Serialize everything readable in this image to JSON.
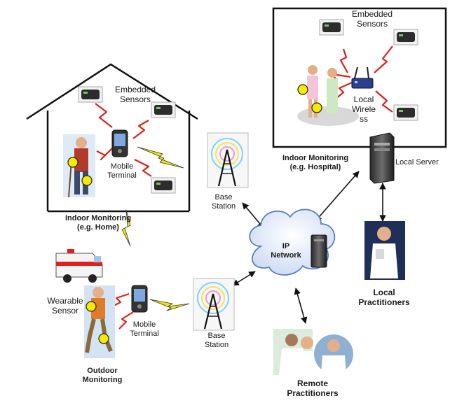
{
  "labels": {
    "home_embedded_sensors": "Embedded\nSensors",
    "home_mobile_terminal": "Mobile\nTerminal",
    "home_caption": "Indoor Monitoring\n(e.g. Home)",
    "base_station_top": "Base\nStation",
    "base_station_bottom": "Base\nStation",
    "hospital_embedded_sensors": "Embedded\nSensors",
    "local_wireless": "Local\nWirele\nss",
    "hospital_caption": "Indoor Monitoring\n(e.g. Hospital)",
    "local_server": "Local Server",
    "ip_network": "IP\nNetwork",
    "local_practitioners": "Local\nPractitioners",
    "wearable_sensor": "Wearable\nSensor",
    "outdoor_mobile_terminal": "Mobile\nTerminal",
    "outdoor_caption": "Outdoor\nMonitoring",
    "remote_practitioners": "Remote\nPractitioners"
  },
  "colors": {
    "wireless_link_red": "#e0201a",
    "wireless_link_yellow": "#f2e600",
    "sensor_dot": "#f5ea00",
    "cloud_fill": "#e6eefb",
    "cloud_stroke": "#5a7fbf"
  },
  "icons": [
    "house-outline",
    "hospital-box",
    "sensor-node-icon",
    "mobile-phone-icon",
    "base-station-tower-icon",
    "cloud-icon",
    "server-tower-icon",
    "ambulance-icon",
    "doctor-icon",
    "patient-figure",
    "wireless-router-icon"
  ]
}
